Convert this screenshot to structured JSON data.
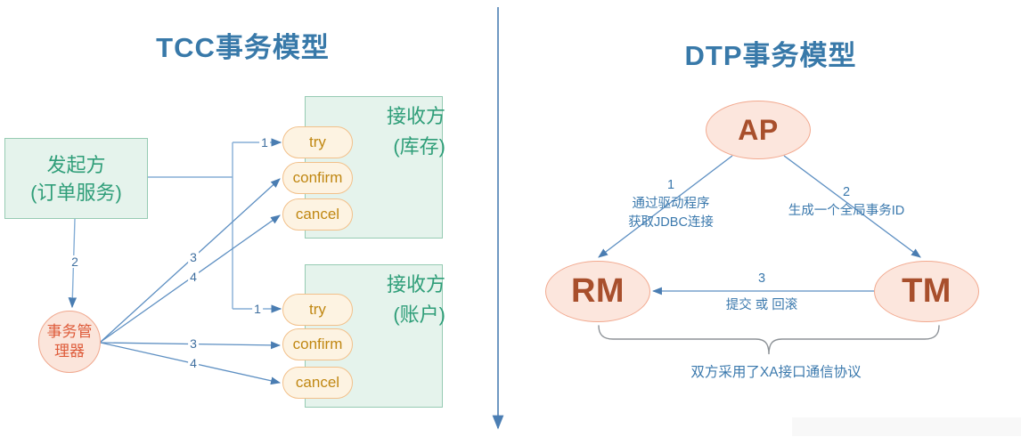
{
  "colors": {
    "title_blue": "#3879a9",
    "line_light": "#85aed6",
    "line_medium": "#5d8fc2",
    "arrowhead": "#4a7db2",
    "divider_blue": "#4b7eb3",
    "green_box_fill": "#e5f3ec",
    "green_box_border": "#96cbb3",
    "green_text": "#2f9e79",
    "pill_fill": "#fdf3e2",
    "pill_border": "#f2c08a",
    "pill_text": "#c08712",
    "node_fill": "#fce6dd",
    "node_border": "#f2a98f",
    "node_text": "#a84f2c",
    "manager_text": "#de5b3a",
    "label_blue": "#3b79ad",
    "brace_gray": "#8d9297"
  },
  "left": {
    "title": "TCC事务模型",
    "initiator": {
      "line1": "发起方",
      "line2": "(订单服务)"
    },
    "manager": {
      "line1": "事务管",
      "line2": "理器"
    },
    "receivers": [
      {
        "title": "接收方",
        "subtitle": "(库存)",
        "pills": [
          "try",
          "confirm",
          "cancel"
        ]
      },
      {
        "title": "接收方",
        "subtitle": "(账户)",
        "pills": [
          "try",
          "confirm",
          "cancel"
        ]
      }
    ],
    "step_labels": {
      "try_top": "1",
      "to_manager": "2",
      "confirm_top": "3",
      "cancel_top": "4",
      "try_bottom": "1",
      "confirm_bottom": "3",
      "cancel_bottom": "4"
    }
  },
  "right": {
    "title": "DTP事务模型",
    "nodes": {
      "ap": "AP",
      "rm": "RM",
      "tm": "TM"
    },
    "edge_ap_rm": {
      "num": "1",
      "line1": "通过驱动程序",
      "line2": "获取JDBC连接"
    },
    "edge_ap_tm": {
      "num": "2",
      "line1": "生成一个全局事务ID"
    },
    "edge_tm_rm": {
      "num": "3",
      "line1": "提交 或 回滚"
    },
    "brace_label": "双方采用了XA接口通信协议"
  }
}
